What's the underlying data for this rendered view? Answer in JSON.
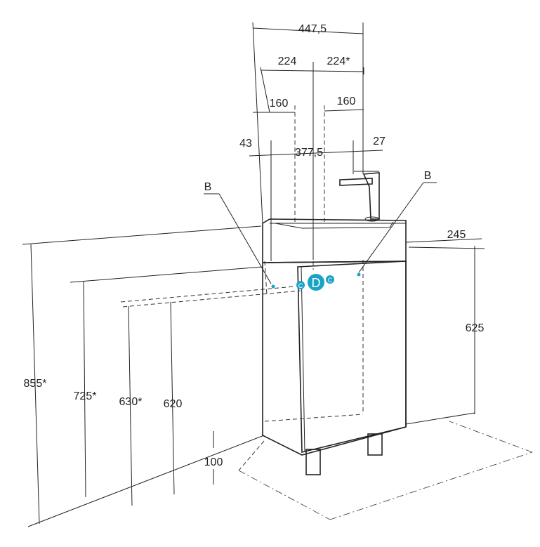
{
  "dimensions": {
    "overall_width": "447,5",
    "left_half": "224",
    "right_half": "224*",
    "left_offset": "160",
    "right_offset": "160",
    "left_edge": "43",
    "basin_width": "377,5",
    "right_edge": "27",
    "depth": "245",
    "cabinet_height": "625",
    "total_height": "855*",
    "height_725": "725*",
    "height_630": "630*",
    "height_620": "620",
    "leg_height": "100"
  },
  "markers": {
    "b_left": "B",
    "b_right": "B",
    "c_left": "C",
    "d_center": "D",
    "c_right": "C"
  },
  "colors": {
    "line": "#222222",
    "marker": "#1aa3c4",
    "background": "#ffffff"
  }
}
